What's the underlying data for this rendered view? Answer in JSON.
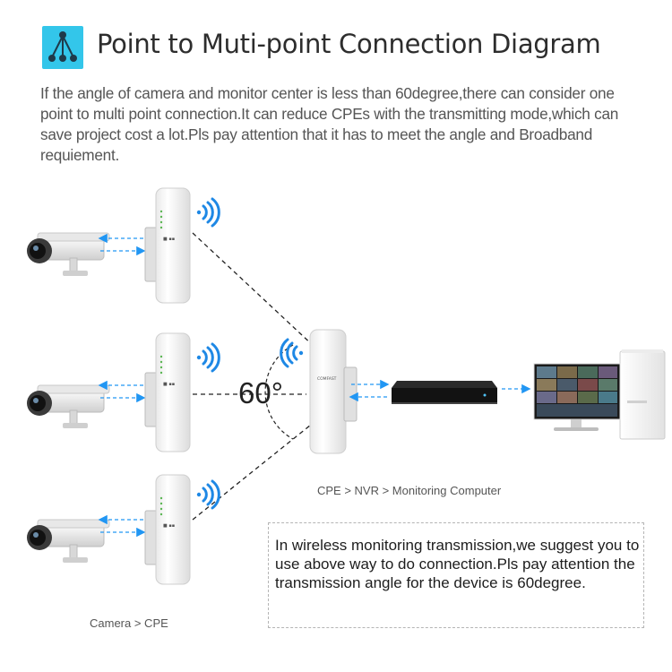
{
  "title": "Point to Muti-point Connection Diagram",
  "title_icon": "network-topology-icon",
  "intro": "If the angle of camera and monitor center is less than 60degree,there can consider one point to multi point connection.It can reduce CPEs with the transmitting mode,which can save project cost a lot.Pls pay attention that it has to meet the angle and Broadband requiement.",
  "angle_label": "60°",
  "captions": {
    "cpe_nvr": "CPE > NVR > Monitoring Computer",
    "camera_cpe": "Camera > CPE"
  },
  "note": "In wireless monitoring transmission,we suggest you to use above way to do connection.Pls pay attention the transmission angle for the device is 60degree.",
  "colors": {
    "accent": "#33c6ea",
    "wifi_blue": "#1e88e5",
    "arrow_blue": "#2196f3"
  },
  "devices": [
    "camera",
    "camera",
    "camera",
    "cpe",
    "cpe",
    "cpe",
    "cpe",
    "nvr",
    "monitoring-computer"
  ]
}
